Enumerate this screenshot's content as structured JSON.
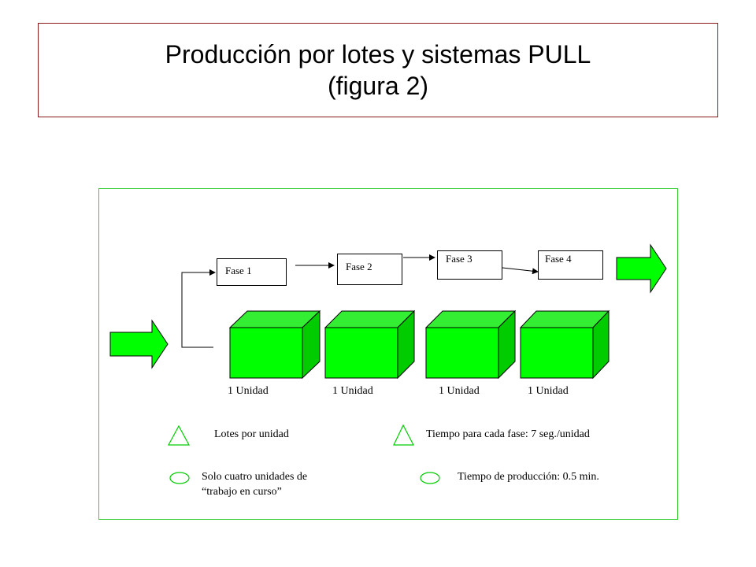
{
  "title": {
    "line1": "Producción por lotes y sistemas PULL",
    "line2": "(figura 2)"
  },
  "diagram": {
    "phases": [
      "Fase 1",
      "Fase 2",
      "Fase 3",
      "Fase 4"
    ],
    "units": [
      "1 Unidad",
      "1 Unidad",
      "1 Unidad",
      "1 Unidad"
    ],
    "notes": {
      "lotes": "Lotes por unidad",
      "tiempo_fase": "Tiempo para cada fase: 7 seg./unidad",
      "wip_line1": "Solo cuatro unidades de",
      "wip_line2": "“trabajo en curso”",
      "tiempo_produccion": "Tiempo de producción: 0.5 min."
    },
    "colors": {
      "cube_front": "#00ff00",
      "cube_top": "#33ee33",
      "cube_side": "#00cc00",
      "arrow_fill": "#00ff00",
      "frame_border": "#33cc33",
      "title_border": "#8b1a1a"
    }
  }
}
